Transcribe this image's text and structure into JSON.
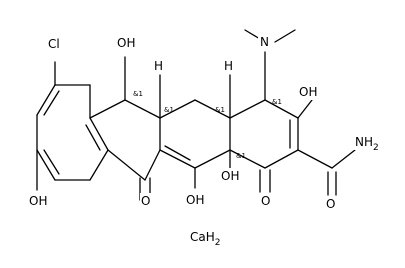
{
  "molecule": {
    "atoms": {
      "chlorine": "Cl",
      "hydroxyl_c5": "OH",
      "hydroxyl_c3": "OH",
      "hydroxyl_c10": "OH",
      "hydroxyl_c12": "OH",
      "hydroxyl_c12a": "OH",
      "keto_c11": "O",
      "keto_c1": "O",
      "amide": "NH",
      "amide_subscript": "2",
      "dimethylamino": "N"
    },
    "stereo_labels": {
      "c5": "&1",
      "c5a": "&1",
      "c4a": "&1",
      "c4": "&1",
      "c12a": "&1"
    },
    "hydrogen_labels": {
      "h5a": "H",
      "h4a": "H"
    },
    "salt": {
      "symbol": "CaH",
      "subscript": "2"
    }
  }
}
